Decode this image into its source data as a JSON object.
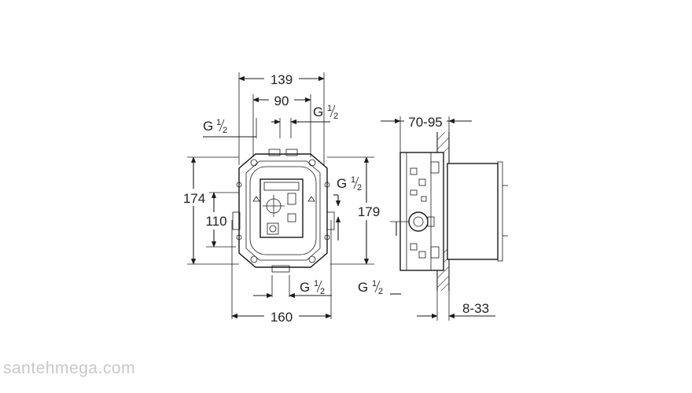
{
  "dimensions": {
    "width_total": "139",
    "width_inner": "90",
    "width_base": "160",
    "height_total": "174",
    "height_inner": "110",
    "height_side": "179",
    "depth": "70-95",
    "wall": "8-33"
  },
  "threads": {
    "top_left": {
      "main": "G",
      "sup": "1",
      "sub": "2"
    },
    "top_right": {
      "main": "G",
      "sup": "1",
      "sub": "2"
    },
    "right": {
      "main": "G",
      "sup": "1",
      "sub": "2"
    },
    "bottom": {
      "main": "G",
      "sup": "1",
      "sub": "2"
    },
    "side_bottom": {
      "main": "G",
      "sup": "1",
      "sub": "2"
    }
  },
  "watermark": "santehmega.com"
}
